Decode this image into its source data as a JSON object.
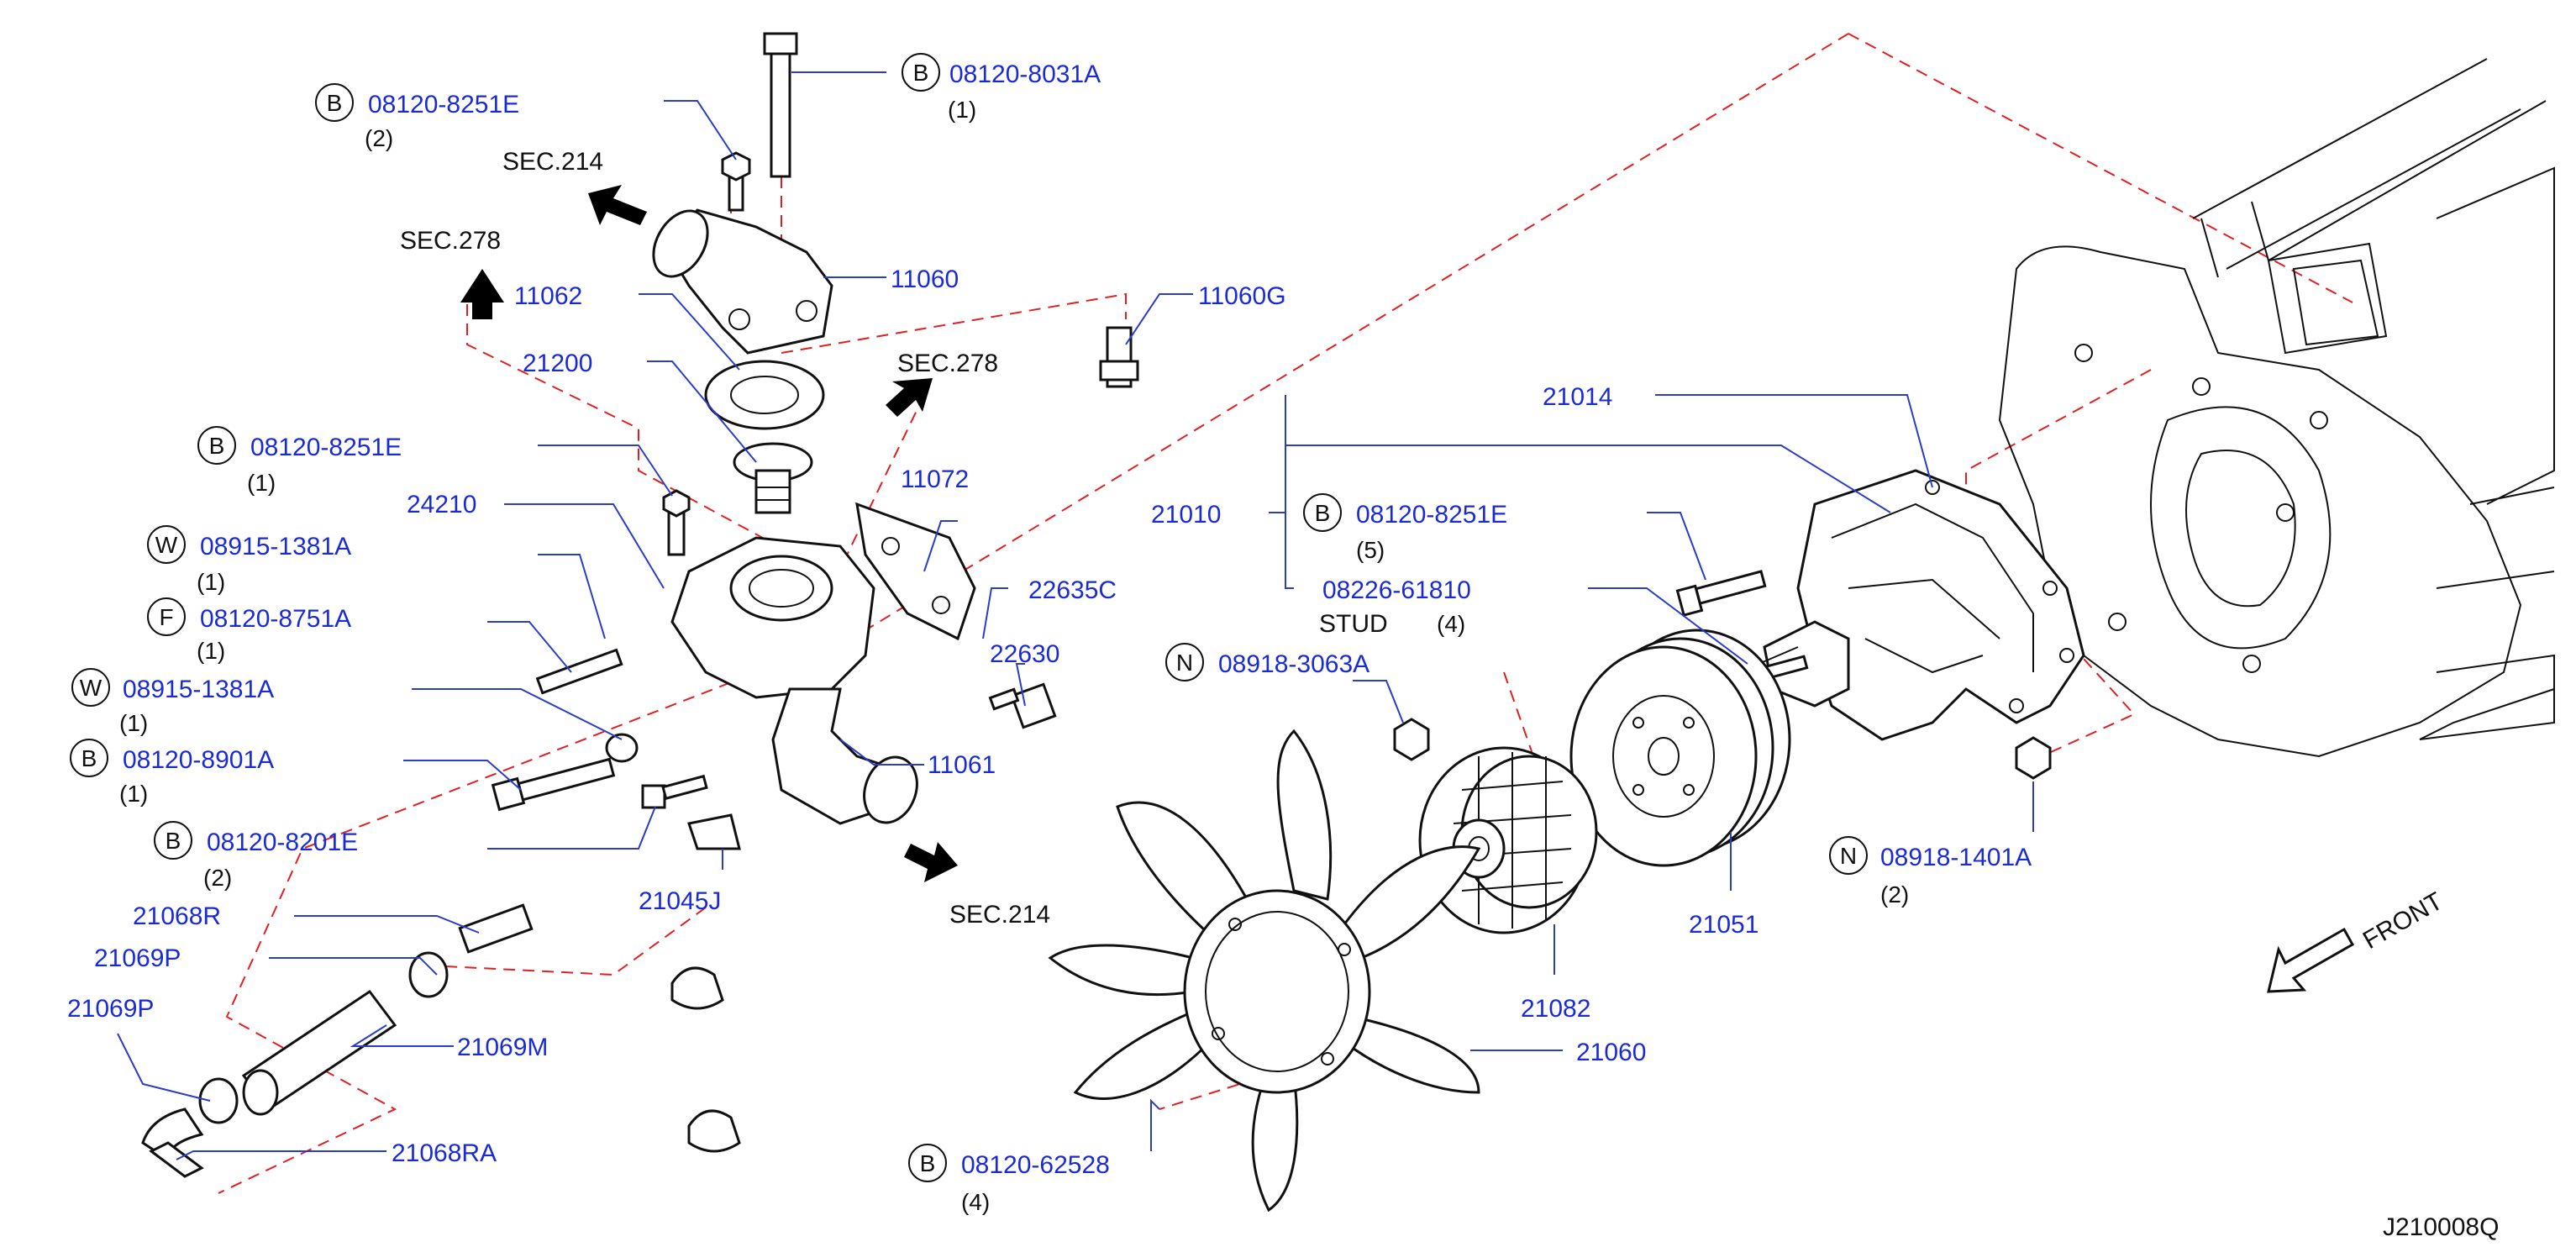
{
  "diagram_id": "J210008Q",
  "front_label": "FRONT",
  "sections": {
    "sec214_top": "SEC.214",
    "sec278_left": "SEC.278",
    "sec278_mid": "SEC.278",
    "sec214_bottom": "SEC.214"
  },
  "callouts": [
    {
      "prefix": "B",
      "number": "08120-8031A",
      "qty": "(1)"
    },
    {
      "prefix": "B",
      "number": "08120-8251E",
      "qty": "(2)"
    },
    {
      "prefix": "B",
      "number": "08120-8251E",
      "qty": "(1)"
    },
    {
      "prefix": "W",
      "number": "08915-1381A",
      "qty": "(1)"
    },
    {
      "prefix": "F",
      "number": "08120-8751A",
      "qty": "(1)"
    },
    {
      "prefix": "W",
      "number": "08915-1381A",
      "qty": "(1)"
    },
    {
      "prefix": "B",
      "number": "08120-8901A",
      "qty": "(1)"
    },
    {
      "prefix": "B",
      "number": "08120-8201E",
      "qty": "(2)"
    },
    {
      "prefix": "B",
      "number": "08120-8251E",
      "qty": "(5)"
    },
    {
      "prefix": "N",
      "number": "08918-3063A",
      "qty": ""
    },
    {
      "prefix": "N",
      "number": "08918-1401A",
      "qty": "(2)"
    },
    {
      "prefix": "B",
      "number": "08120-62528",
      "qty": "(4)"
    }
  ],
  "stud": {
    "number": "08226-61810",
    "label": "STUD",
    "qty": "(4)"
  },
  "parts": {
    "p11060": "11060",
    "p11060G": "11060G",
    "p11062": "11062",
    "p21200": "21200",
    "p24210": "24210",
    "p11072": "11072",
    "p22635C": "22635C",
    "p22630": "22630",
    "p11061": "11061",
    "p21045J": "21045J",
    "p21068R": "21068R",
    "p21069P_a": "21069P",
    "p21069P_b": "21069P",
    "p21069M": "21069M",
    "p21068RA": "21068RA",
    "p21014": "21014",
    "p21010": "21010",
    "p21051": "21051",
    "p21082": "21082",
    "p21060": "21060"
  }
}
